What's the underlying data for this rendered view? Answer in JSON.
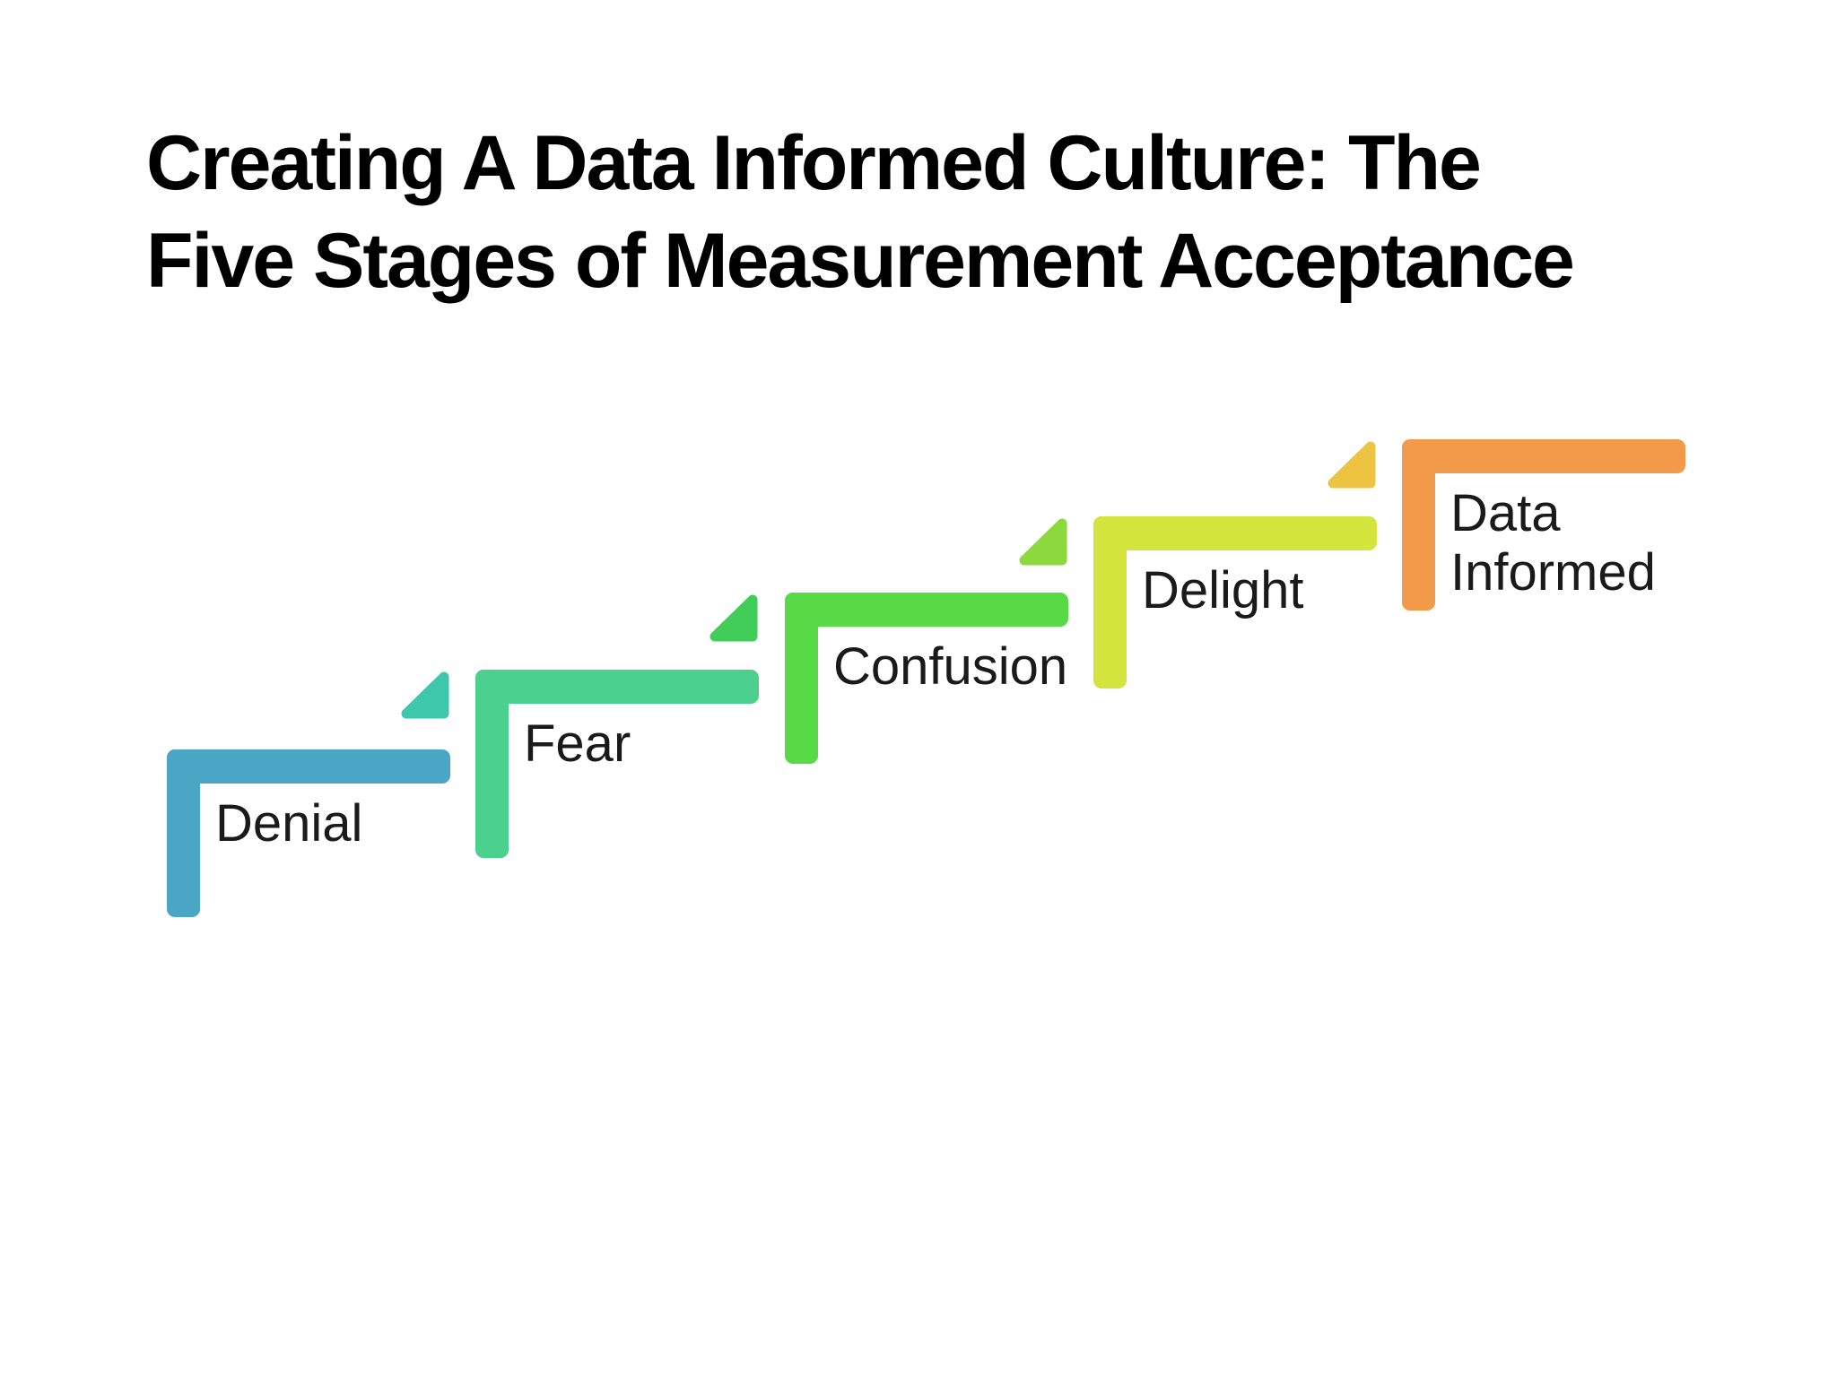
{
  "slide": {
    "title_line1": "Creating A Data Informed Culture: The",
    "title_line2": "Five Stages of Measurement Acceptance"
  },
  "diagram": {
    "type": "staircase",
    "description": "Five ascending L-shaped steps with transition arrow triangles",
    "stages": [
      {
        "label": "Denial",
        "color": "#4BA6C6",
        "arrow_color": null
      },
      {
        "label": "Fear",
        "color": "#4CD08D",
        "arrow_color": "#3FC7AC"
      },
      {
        "label": "Confusion",
        "color": "#58DA46",
        "arrow_color": "#42CC58"
      },
      {
        "label": "Delight",
        "color": "#D3E43C",
        "arrow_color": "#8BD93C"
      },
      {
        "label": "Data Informed",
        "color": "#F2994A",
        "arrow_color": "#ECC441"
      }
    ]
  },
  "colors": {
    "background": "#FFFFFF",
    "title_text": "#000000",
    "label_text": "#1A1A1A"
  }
}
